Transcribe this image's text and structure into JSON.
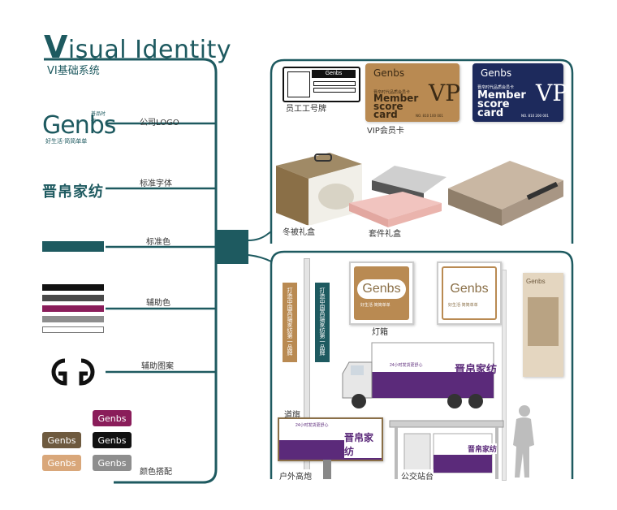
{
  "header": {
    "title_initial": "V",
    "title_rest": "isual Identity",
    "subtitle": "VI基础系统"
  },
  "left_column": {
    "logo_word": "Genbs",
    "logo_tag_top": "普品时代",
    "logo_tag_bottom": "好生活·简简单单",
    "logo_label": "公司LOGO",
    "brand_cn": "晋帛家纺",
    "font_label": "标准字体",
    "standard_color_label": "标准色",
    "aux_color_label": "辅助色",
    "pattern_label": "辅助图案",
    "combo_label": "颜色搭配"
  },
  "colors": {
    "teal": "#1e5a60",
    "black": "#111111",
    "dark_gray": "#4a4a4a",
    "magenta": "#8a1d5a",
    "gray": "#8e8e8e",
    "gold": "#b98a52",
    "brown": "#6e5a3f",
    "tan": "#d9a77a",
    "navy": "#1d2a5c"
  },
  "top_panel": {
    "badge_label": "员工工号牌",
    "vip_label": "VIP会员卡",
    "gold_card": {
      "brand": "Genbs",
      "line_small": "晋帛时代品质会员卡",
      "member": "Member",
      "score": "score",
      "card": "card",
      "vp": "VP",
      "number": "NO. 810 100 001"
    },
    "blue_card": {
      "brand": "Genbs",
      "line_small": "晋帛时代品质会员卡",
      "member": "Member",
      "score": "score",
      "card": "card",
      "vp": "VP",
      "number": "NO. 810 200 001"
    },
    "quilt_box_label": "冬被礼盒",
    "set_box_label": "套件礼盒"
  },
  "bottom_panel": {
    "lightbox_label": "灯箱",
    "road_flag_label": "道旗",
    "road_flag_text": "打造中国高端家纺第一品牌",
    "billboard_label": "户外高炮",
    "bus_stop_label": "公交站台",
    "ad_text": "晋帛家纺",
    "ad_small": "24小时发货更舒心",
    "lightbox_brand": "Genbs",
    "lightbox_tag": "好生活·简简单单"
  }
}
